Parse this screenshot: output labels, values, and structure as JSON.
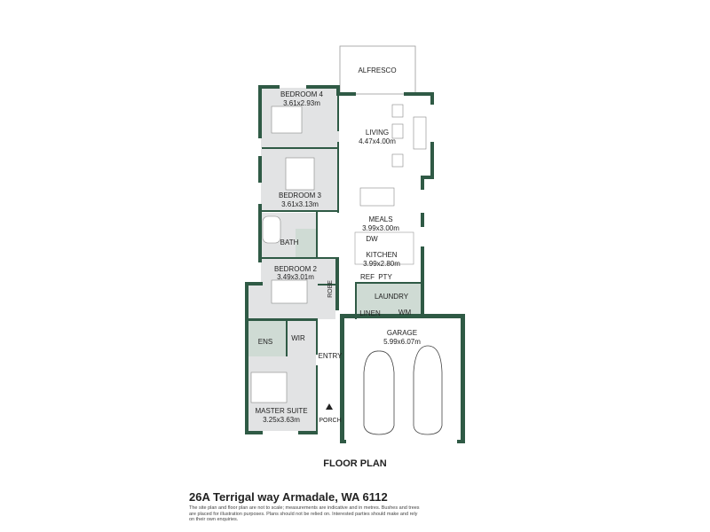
{
  "colors": {
    "wall": "#2f5a45",
    "room_dry": "#e2e3e4",
    "room_wet": "#cfdbd4"
  },
  "rooms": {
    "alfresco": {
      "name": "ALFRESCO"
    },
    "bedroom4": {
      "name": "BEDROOM 4",
      "size": "3.61x2.93m"
    },
    "bedroom3": {
      "name": "BEDROOM 3",
      "size": "3.61x3.13m"
    },
    "living": {
      "name": "LIVING",
      "size": "4.47x4.00m"
    },
    "meals": {
      "name": "MEALS",
      "size": "3.99x3.00m"
    },
    "kitchen": {
      "name": "KITCHEN",
      "size": "3.99x2.80m"
    },
    "bath": {
      "name": "BATH"
    },
    "bedroom2": {
      "name": "BEDROOM 2",
      "size": "3.49x3.01m"
    },
    "robe": {
      "name": "ROBE"
    },
    "laundry": {
      "name": "LAUNDRY"
    },
    "linen": {
      "name": "LINEN"
    },
    "ens": {
      "name": "ENS"
    },
    "wir": {
      "name": "WIR"
    },
    "entry": {
      "name": "ENTRY"
    },
    "garage": {
      "name": "GARAGE",
      "size": "5.99x6.07m"
    },
    "master": {
      "name": "MASTER SUITE",
      "size": "3.25x3.63m"
    },
    "porch": {
      "name": "PORCH"
    }
  },
  "fixtures": {
    "dw": "DW",
    "ref": "REF",
    "pty": "PTY",
    "wm": "WM"
  },
  "heading": "FLOOR PLAN",
  "address": "26A Terrigal way Armadale, WA 6112",
  "disclaimer": "The site plan and floor plan are not to scale; measurements are indicative and in metres. Bushes and trees are placed for illustration purposes. Plans should not be relied on. Interested parties should make and rely on their own enquiries."
}
